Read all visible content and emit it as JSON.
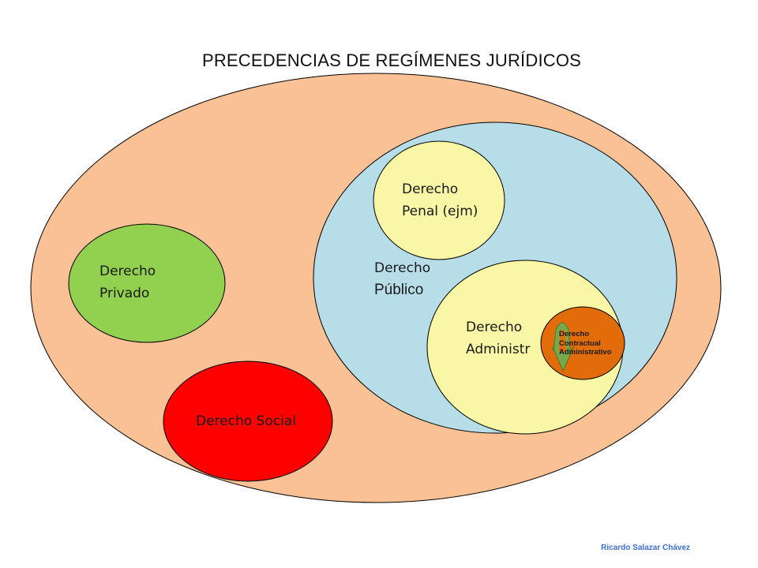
{
  "title": "PRECEDENCIAS DE REGÍMENES JURÍDICOS",
  "regions": {
    "privado": {
      "line1": "Derecho",
      "line2": "Privado",
      "color": "#92D050"
    },
    "social": {
      "line1": "Derecho Social",
      "color": "#FF0000"
    },
    "publico": {
      "line1": "Derecho",
      "line2": "Público",
      "color": "#B7DDE8"
    },
    "penal": {
      "line1": "Derecho",
      "line2": "Penal (ejm)",
      "color": "#F9F7A5"
    },
    "administrativo": {
      "line1": "Derecho",
      "line2": "Administr",
      "color": "#F9F7A5"
    },
    "contractual": {
      "line1": "Derecho",
      "line2": "Contractual",
      "line3": "Administrativo",
      "color": "#E26B0A"
    },
    "outer": {
      "color": "#F9C194"
    }
  },
  "arrow": {
    "color": "#77A84A"
  },
  "credit": "Ricardo Salazar Chávez"
}
